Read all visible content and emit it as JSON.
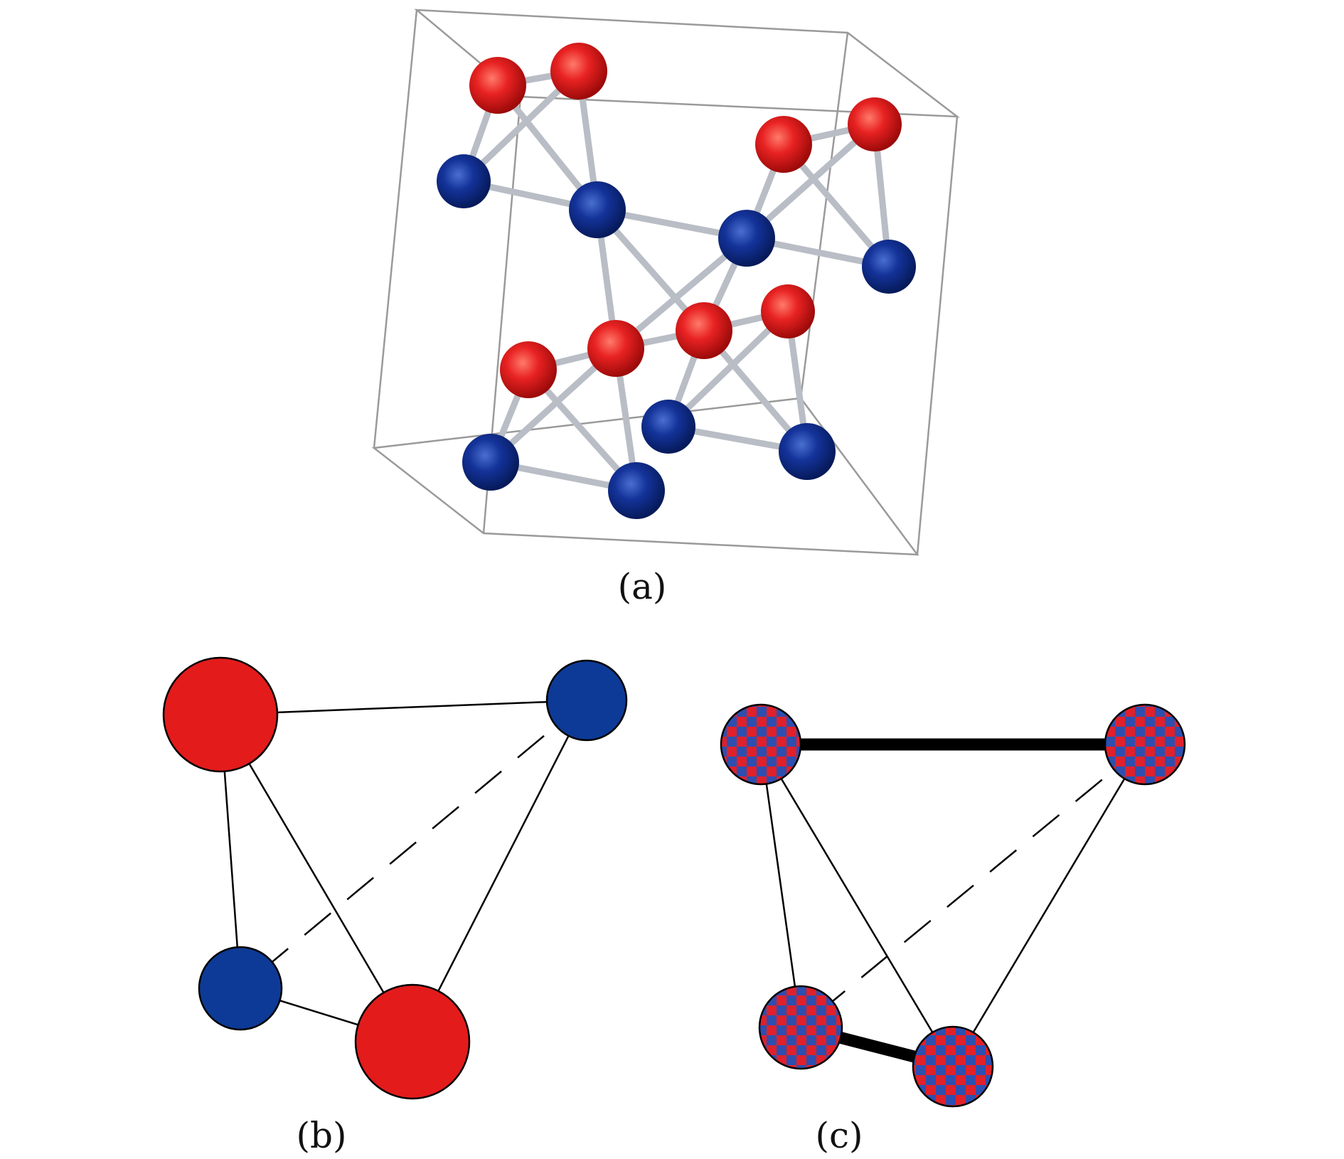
{
  "panels": {
    "a": {
      "label": "(a)"
    },
    "b": {
      "label": "(b)"
    },
    "c": {
      "label": "(c)"
    }
  },
  "colors": {
    "red_atom": "#e31b1b",
    "blue_atom": "#0d3a96",
    "bond_gray": "#b8bcc4",
    "cell_edge": "#8a8a8a",
    "line": "#000000",
    "checker_red": "#e0202a",
    "checker_blue": "#2d4fb0"
  }
}
